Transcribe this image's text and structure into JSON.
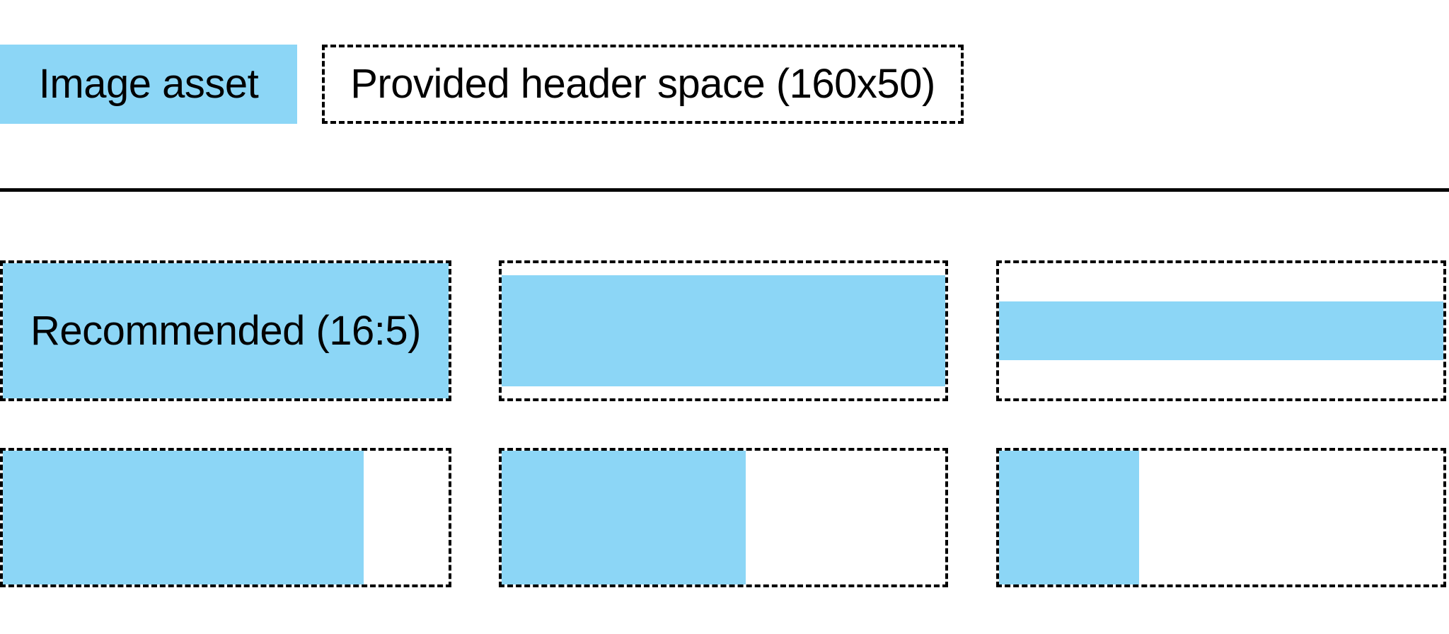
{
  "colors": {
    "asset_blue": "#8CD6F6",
    "line_black": "#000000",
    "background": "#FFFFFF"
  },
  "legend": {
    "asset_label": "Image asset",
    "header_space_label": "Provided header space (160x50)"
  },
  "examples": [
    {
      "name": "recommended-16-5-fills-entire-space",
      "label": "Recommended (16:5)",
      "fill": {
        "width_pct": 100,
        "height_pct": 100,
        "h_align": "left",
        "v_align": "top"
      }
    },
    {
      "name": "wider-than-16-5-fits-width-centered",
      "label": "",
      "fill": {
        "width_pct": 100,
        "height_pct": 82,
        "h_align": "left",
        "v_align": "center"
      }
    },
    {
      "name": "extra-wide-banner-fits-width-centered",
      "label": "",
      "fill": {
        "width_pct": 100,
        "height_pct": 43,
        "h_align": "left",
        "v_align": "center"
      }
    },
    {
      "name": "narrower-than-16-5-fits-height-left",
      "label": "",
      "fill": {
        "width_pct": 81,
        "height_pct": 100,
        "h_align": "left",
        "v_align": "top"
      }
    },
    {
      "name": "16-9-image-fits-height-left",
      "label": "",
      "fill": {
        "width_pct": 55,
        "height_pct": 100,
        "h_align": "left",
        "v_align": "top"
      }
    },
    {
      "name": "square-image-fits-height-left",
      "label": "",
      "fill": {
        "width_pct": 31.5,
        "height_pct": 100,
        "h_align": "left",
        "v_align": "top"
      }
    }
  ]
}
